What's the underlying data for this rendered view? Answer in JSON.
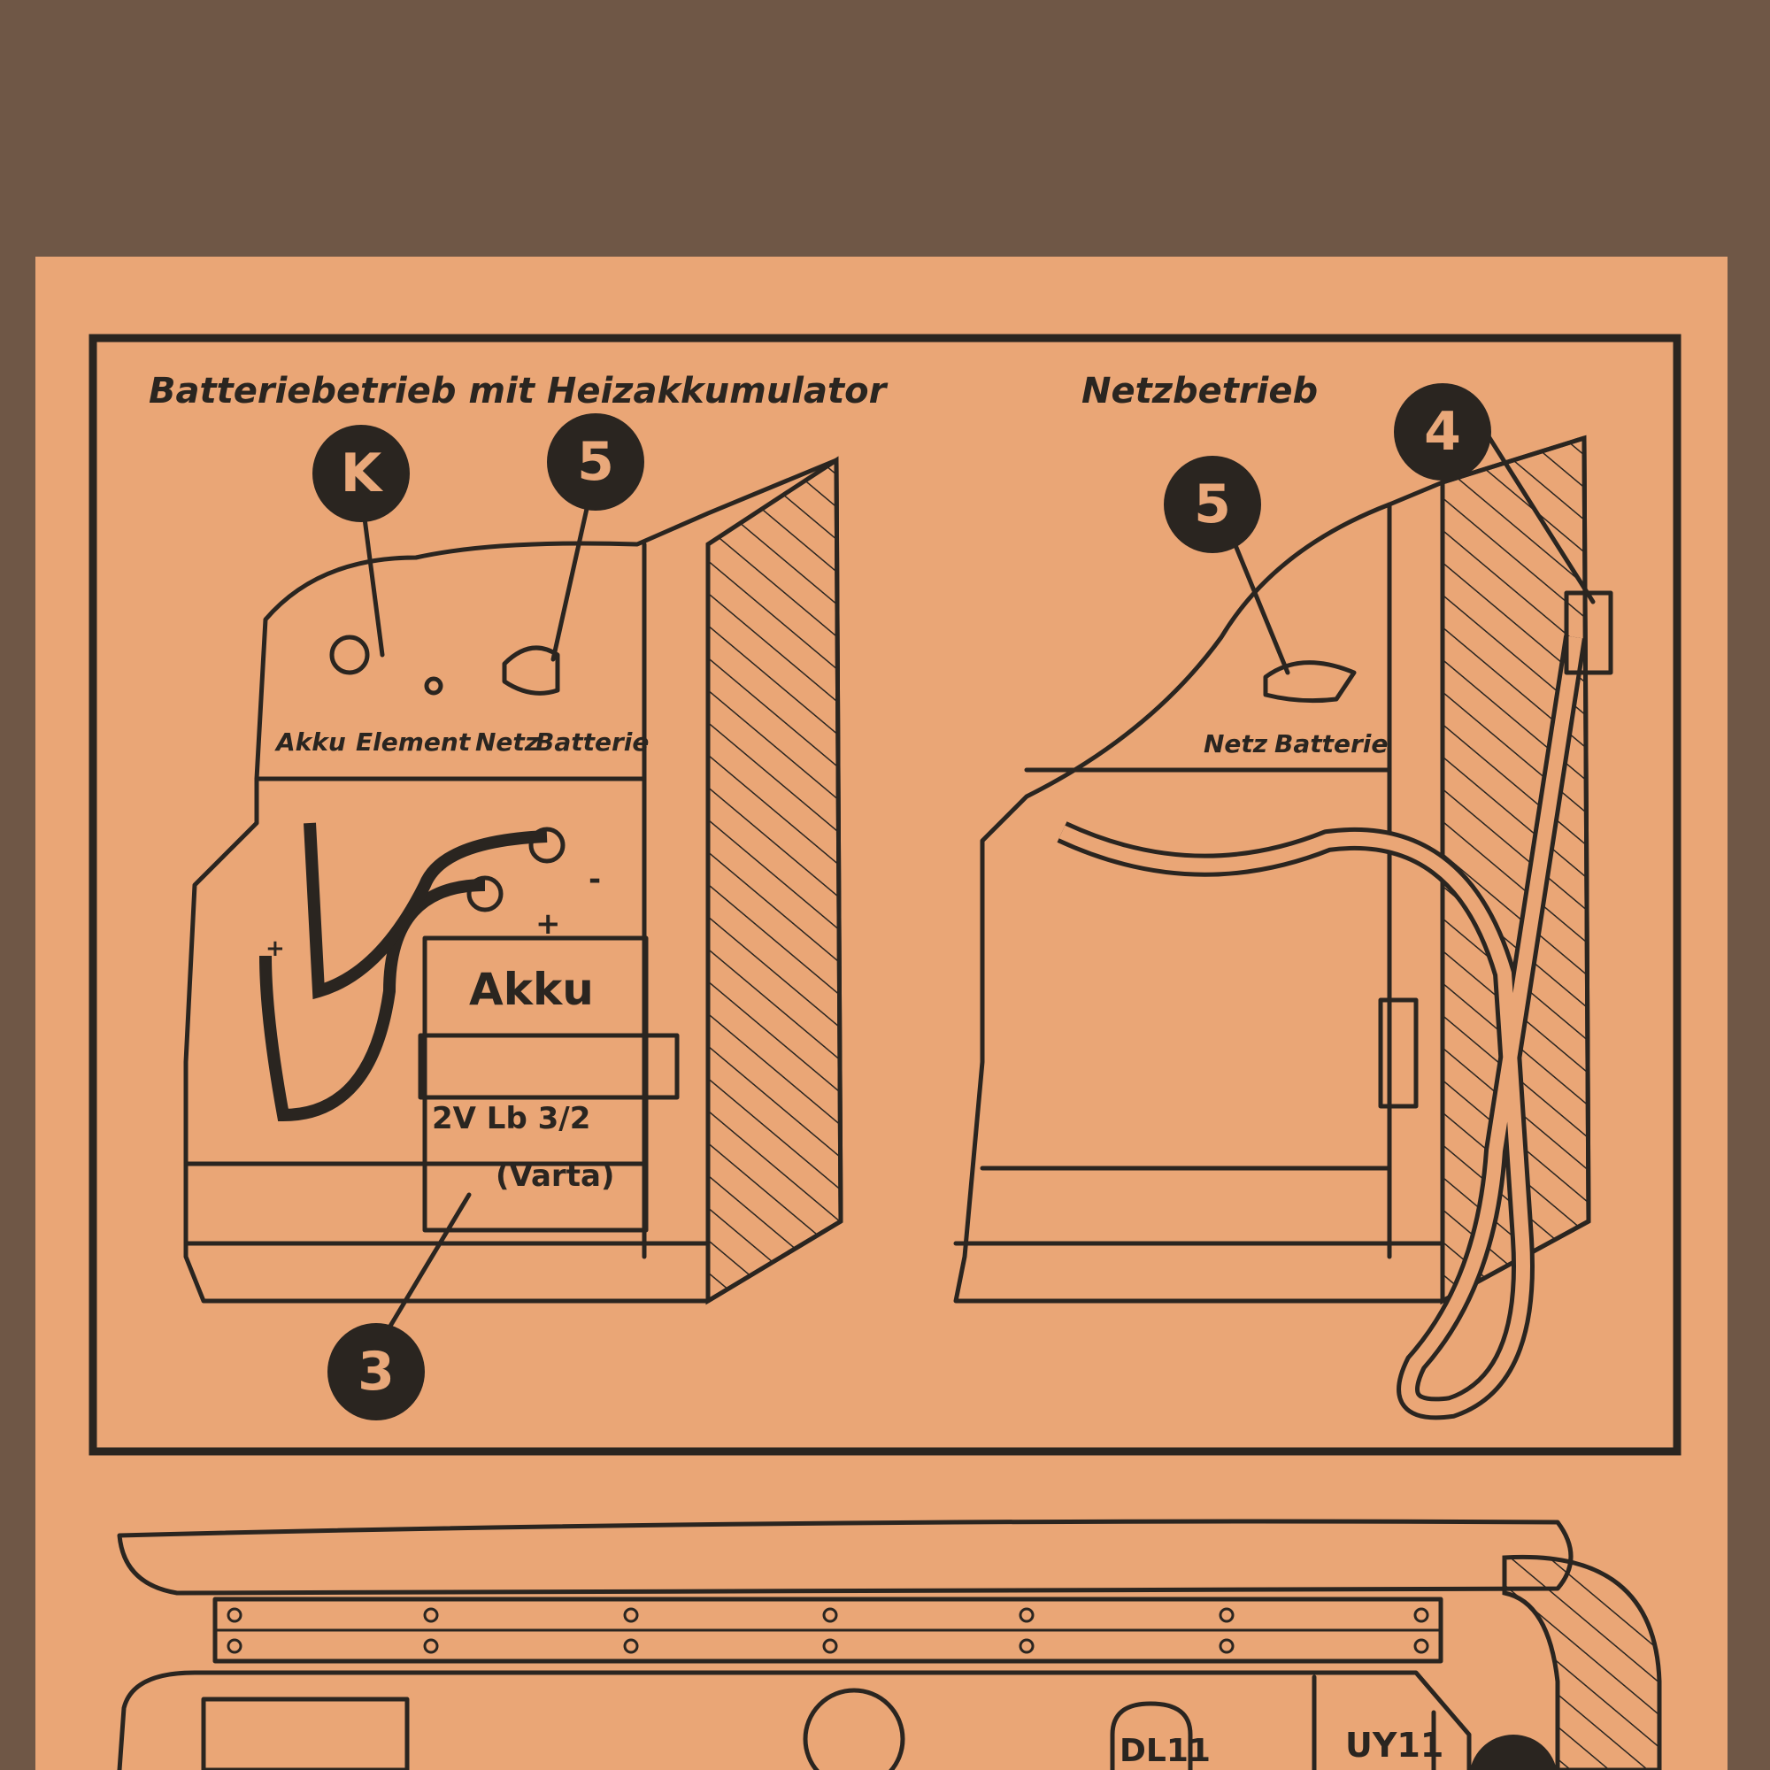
{
  "panel_left": {
    "title": "Batteriebetrieb mit Heizakkumulator",
    "callouts": [
      "K",
      "5",
      "3"
    ],
    "switch_labels": [
      "Akku",
      "Element",
      "Netz",
      "Batterie"
    ],
    "battery": {
      "name": "Akku",
      "spec": "2V Lb 3/2",
      "brand": "(Varta)",
      "plus": "+",
      "minus": "-"
    },
    "lead_marks": [
      "+",
      "-"
    ]
  },
  "panel_right": {
    "title": "Netzbetrieb",
    "callouts": [
      "5",
      "4"
    ],
    "switch_labels": [
      "Netz",
      "Batterie"
    ]
  },
  "bottom_panel": {
    "tubes": [
      "DL11",
      "UY11"
    ]
  },
  "colors": {
    "paper": "#eaa676",
    "ink": "#2a2520",
    "board": "#6f5746"
  }
}
